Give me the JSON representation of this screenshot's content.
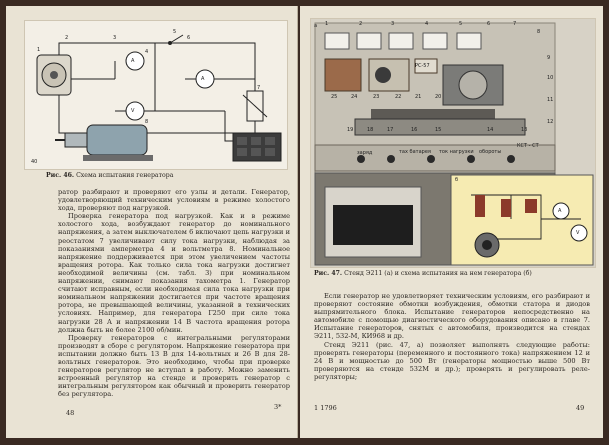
{
  "left_page": {
    "figure": {
      "number_label": "40",
      "caption_num": "Рис. 46.",
      "caption_text": "Схема испытания генератора",
      "labels": {
        "a1": "1",
        "a2": "2",
        "a3": "3",
        "a4": "4",
        "a5": "5",
        "a6": "6",
        "a7": "7",
        "a8": "8",
        "ammeter": "A",
        "voltmeter": "V",
        "ammeter2": "A"
      }
    },
    "paragraphs": [
      "ратор разбирают и проверяют его узлы и детали. Генератор, удовлетворяющий техническим условиям в режиме холостого хода, проверяют под нагрузкой.",
      "Проверка генератора под нагрузкой. Как и в режиме холостого хода, возбуждают генератор до номинального напряжения, а затем выключателем 6 включают цепь нагрузки и реостатом 7 увеличивают силу тока нагрузки, наблюдая за показаниями амперметра 4 и вольтметра 8. Номинальное напряжение поддерживается при этом увеличением частоты вращения ротора. Как только сила тока нагрузки достигнет необходимой величины (см. табл. 3) при номинальном напряжении, снимают показания тахометра 1. Генератор считают исправным, если необходимая сила тока нагрузки при номинальном напряжении достигается при частоте вращения ротора, не превышающей величины, указанной в технических условиях. Например, для генератора Г250 при силе тока нагрузки 28 А и напряжении 14 В частота вращения ротора должна быть не более 2100 об/мин.",
      "Проверку генераторов с интегральными регуляторами производят в сборе с регулятором. Напряжение генератора при испытании должно быть 13 В для 14-вольтных и 26 В для 28-вольтных генераторов. Это необходимо, чтобы при проверке генераторов регулятор не вступал в работу. Можно заменить встроенный регулятор на стенде и проверить генератор с интегральным регулятором как обычный и проверить генератор без регулятора."
    ],
    "page_number": "48",
    "signature_mark": "3*"
  },
  "right_page": {
    "figure": {
      "caption_num": "Рис. 47.",
      "caption_text": "Стенд Э211 (а) и схема испытания на нем генератора (б)",
      "sub_a": "а",
      "sub_b": "б",
      "labels": {
        "b1": "1",
        "b2": "2",
        "b3": "3",
        "b4": "4",
        "b5": "5",
        "b6": "6",
        "b7": "7",
        "b8": "8",
        "b9": "9",
        "b10": "10",
        "b11": "11",
        "b12": "12",
        "b13": "13",
        "b14": "14",
        "b15": "15",
        "b16": "16",
        "b17": "17",
        "b18": "18",
        "b19": "19",
        "b20": "20",
        "b21": "21",
        "b22": "22",
        "b23": "23",
        "b24": "24",
        "b25": "25",
        "rs57": "РС-57",
        "sw1": "тах батарея",
        "sw2": "ток нагрузки",
        "sw3": "обороты",
        "sw_kst": "КСТ - СТ",
        "charge": "заряд",
        "ammeter": "A",
        "voltmeter": "V"
      }
    },
    "paragraphs": [
      "Если генератор не удовлетворяет техническим условиям, его разбирают и проверяют состояние обмотки возбуждения, обмотки статора и диодов выпрямительного блока. Испытание генераторов непосредственно на автомобиле с помощью диагностического оборудования описано в главе 7. Испытание генераторов, снятых с автомобиля, производится на стендах Э211, 532-М, КИ968 и др.",
      "Стенд Э211 (рис. 47, а) позволяет выполнять следующие работы: проверять генераторы (переменного и постоянного тока) напряжением 12 и 24 В и мощностью до 500 Вт (генераторы мощностью выше 500 Вт проверяются на стенде 532М и др.); проверять и регулировать реле-регуляторы;"
    ],
    "footer_left": "1   1796",
    "page_number": "49"
  }
}
